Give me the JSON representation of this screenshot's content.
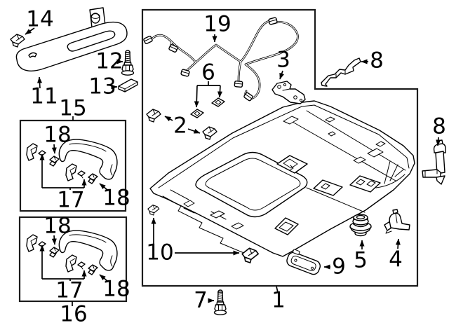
{
  "diagram": {
    "background_color": "#ffffff",
    "line_color": "#000000",
    "part_numbers": {
      "n1": "1",
      "n2": "2",
      "n3": "3",
      "n4": "4",
      "n5": "5",
      "n6": "6",
      "n7": "7",
      "n8": "8",
      "n9": "9",
      "n10": "10",
      "n11": "11",
      "n12": "12",
      "n13": "13",
      "n14": "14",
      "n15": "15",
      "n16": "16",
      "n17": "17",
      "n18": "18",
      "n19": "19"
    }
  }
}
